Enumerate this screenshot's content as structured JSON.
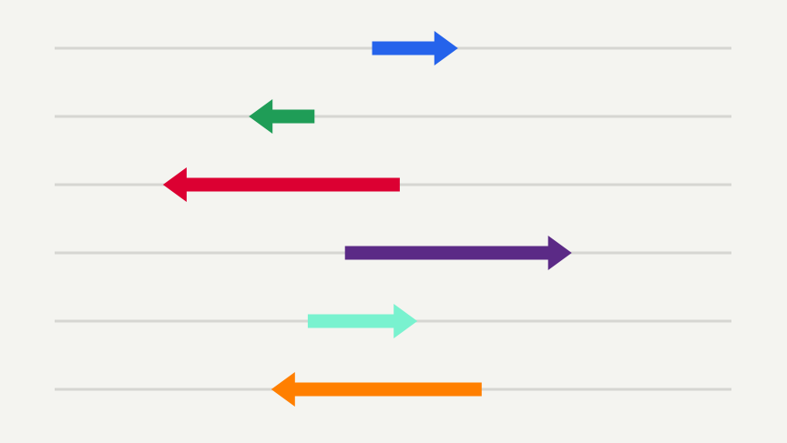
{
  "chart_data": {
    "type": "arrow-range",
    "title": "",
    "xlabel": "",
    "ylabel": "",
    "grid": "horizontal",
    "legend": "none",
    "x_range": [
      0,
      1000
    ],
    "rows": [
      {
        "from": 469,
        "to": 596,
        "color": "#2563eb"
      },
      {
        "from": 384,
        "to": 287,
        "color": "#1f9d57"
      },
      {
        "from": 510,
        "to": 160,
        "color": "#dc0032"
      },
      {
        "from": 429,
        "to": 764,
        "color": "#5b2a86"
      },
      {
        "from": 374,
        "to": 536,
        "color": "#79f2cf"
      },
      {
        "from": 631,
        "to": 320,
        "color": "#ff7f00"
      }
    ]
  }
}
